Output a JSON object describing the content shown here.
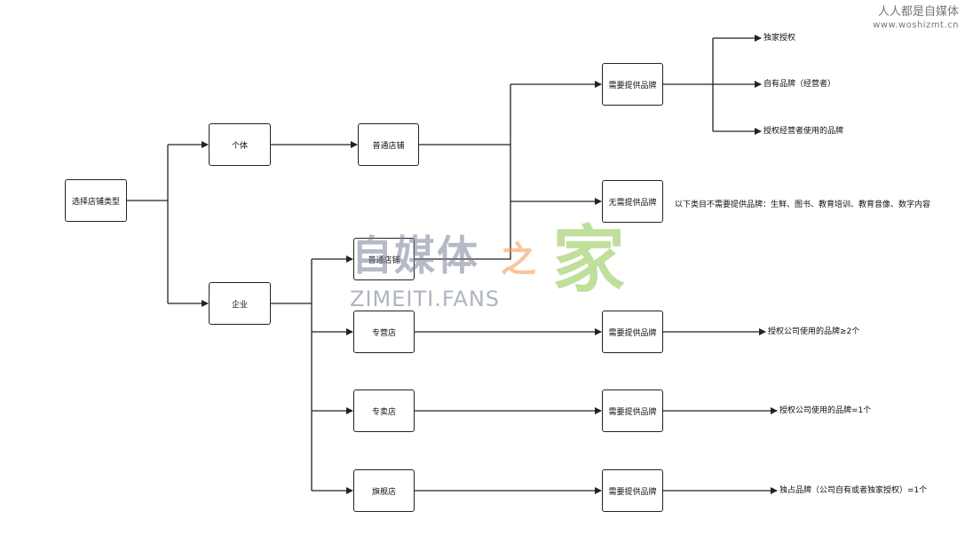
{
  "watermark": {
    "site_name": "人人都是自媒体",
    "site_url": "www.woshizmt.cn",
    "logo_cn": "自媒体",
    "logo_zhi": "之",
    "logo_jia": "家",
    "logo_en": "ZIMEITI.FANS"
  },
  "diagram": {
    "root": "选择店铺类型",
    "individual": "个体",
    "enterprise": "企业",
    "ordinary_store_1": "普通店铺",
    "ordinary_store_2": "普通店铺",
    "franchise_store": "专营店",
    "exclusive_store": "专卖店",
    "flagship_store": "旗舰店",
    "need_brand_1": "需要提供品牌",
    "no_brand": "无需提供品牌",
    "need_brand_2": "需要提供品牌",
    "need_brand_3": "需要提供品牌",
    "need_brand_4": "需要提供品牌",
    "leaf_exclusive_auth": "独家授权",
    "leaf_own_brand": "自有品牌（经营者）",
    "leaf_authorized_use": "授权经营者使用的品牌",
    "leaf_no_brand_categories": "以下类目不需要提供品牌：生鲜、图书、教育培训、教育音像、数字内容",
    "leaf_franchise": "授权公司使用的品牌≥2个",
    "leaf_exclusive": "授权公司使用的品牌=1个",
    "leaf_flagship": "独占品牌（公司自有或者独家授权）=1个"
  }
}
